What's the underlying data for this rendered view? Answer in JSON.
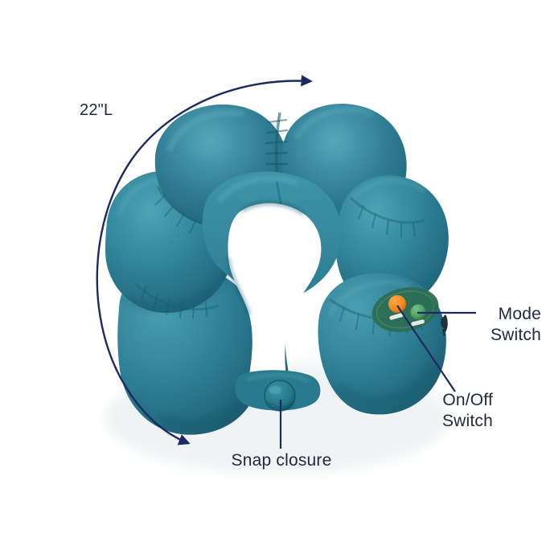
{
  "image": {
    "subject": "travel-neck-pillow",
    "background_color": "#ffffff",
    "product_color": "#2f8197",
    "annotation_color": "#232840",
    "leader_line_color": "#1b2a63"
  },
  "annotations": {
    "dimension": {
      "label": "22\"L",
      "name": "dimension-label"
    },
    "mode_switch": {
      "line1": "Mode",
      "line2": "Switch"
    },
    "onoff_switch": {
      "line1": "On/Off",
      "line2": "Switch"
    },
    "snap_closure": {
      "label": "Snap closure"
    }
  },
  "product": {
    "control_panel": {
      "pad_color": "#2e6b52",
      "power_button_color": "#f08a2a",
      "mode_button_color": "#4f9f63",
      "power_button_name": "power-button",
      "mode_button_name": "mode-button"
    },
    "snap": {
      "button_color": "#2b7f8c",
      "name": "snap-button"
    },
    "fabric": {
      "highlight": "#4a9cae",
      "base": "#2f8197",
      "shadow": "#1f6377",
      "seam": "#22697c"
    }
  }
}
